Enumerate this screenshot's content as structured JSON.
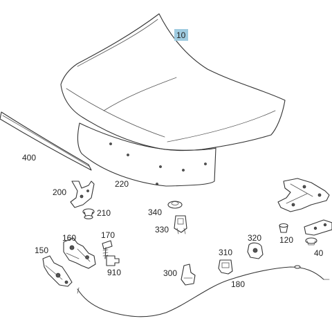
{
  "diagram": {
    "highlight_color": "#9fcbe0",
    "line_color": "#333333",
    "highlighted_part": "10",
    "labels": {
      "p10": "10",
      "p400": "400",
      "p220": "220",
      "p200": "200",
      "p210": "210",
      "p340": "340",
      "p330": "330",
      "p160": "160",
      "p170": "170",
      "p150": "150",
      "p910": "910",
      "p320": "320",
      "p310": "310",
      "p300": "300",
      "p180": "180",
      "p120": "120",
      "p40": "40"
    }
  }
}
